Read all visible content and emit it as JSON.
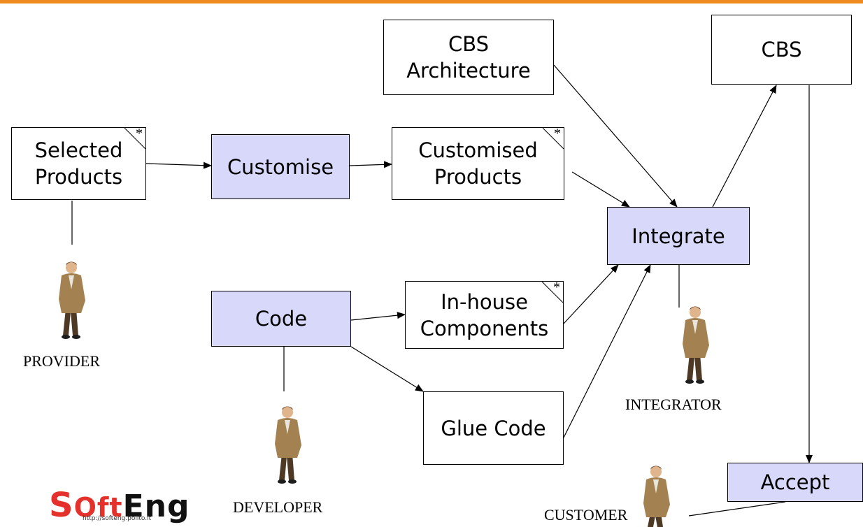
{
  "colors": {
    "accent_bar": "#ee8a1e",
    "process_fill": "#d8d8fb",
    "logo_red": "#e5312b",
    "logo_black": "#111111"
  },
  "boxes": {
    "selected_products": "Selected\nProducts",
    "customise": "Customise",
    "customised_products": "Customised\nProducts",
    "cbs_architecture": "CBS\nArchitecture",
    "cbs": "CBS",
    "integrate": "Integrate",
    "code": "Code",
    "inhouse_components": "In-house\nComponents",
    "glue_code": "Glue Code",
    "accept": "Accept"
  },
  "multiplicity_mark": "*",
  "roles": {
    "provider": "PROVIDER",
    "developer": "DEVELOPER",
    "integrator": "INTEGRATOR",
    "customer": "CUSTOMER"
  },
  "logo": {
    "s": "S",
    "oft": "Oft",
    "eng": "Eng",
    "url": "http://softeng.polito.it"
  },
  "person_icon": "person-icon"
}
